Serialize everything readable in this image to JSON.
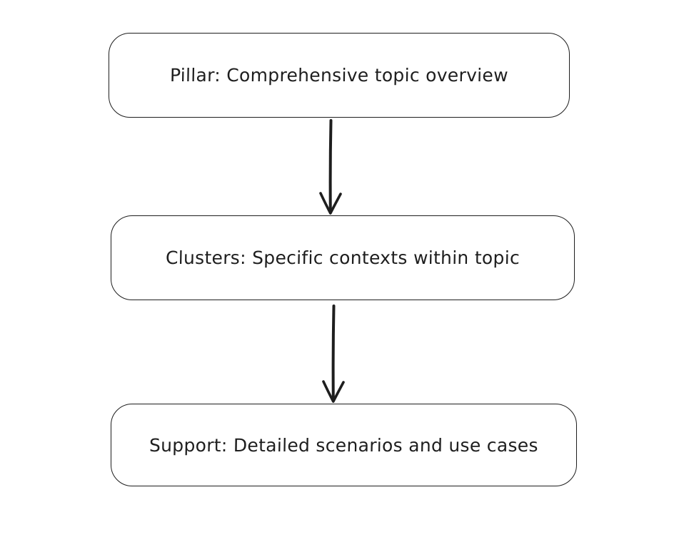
{
  "diagram": {
    "type": "flowchart",
    "background_color": "#ffffff",
    "stroke_color": "#1e1e1e",
    "text_color": "#1e1e1e",
    "nodes": [
      {
        "id": "pillar",
        "label": "Pillar: Comprehensive topic overview"
      },
      {
        "id": "clusters",
        "label": "Clusters: Specific contexts within topic"
      },
      {
        "id": "support",
        "label": "Support: Detailed scenarios and use cases"
      }
    ],
    "edges": [
      {
        "from": "pillar",
        "to": "clusters",
        "style": "arrow-down"
      },
      {
        "from": "clusters",
        "to": "support",
        "style": "arrow-down"
      }
    ]
  }
}
